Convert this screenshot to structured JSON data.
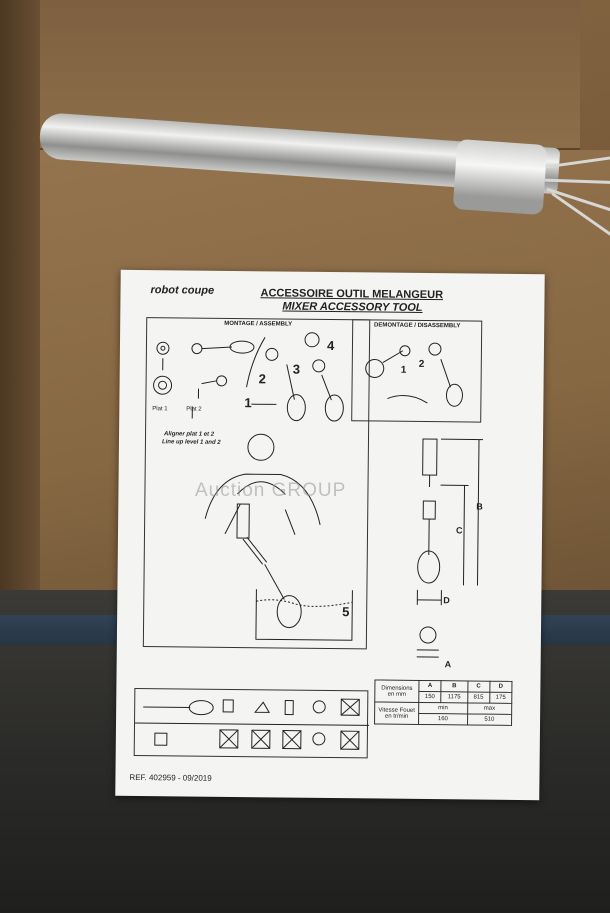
{
  "manual": {
    "logo": "robot coupe",
    "title_fr": "ACCESSOIRE OUTIL MELANGEUR",
    "title_en": "MIXER ACCESSORY TOOL",
    "assembly_label": "MONTAGE / ASSEMBLY",
    "disassembly_label": "DEMONTAGE / DISASSEMBLY",
    "plat1": "Plat 1",
    "plat2": "Plat 2",
    "align_fr": "Aligner plat 1 et 2",
    "align_en": "Line up level 1 and 2",
    "steps": [
      "1",
      "2",
      "3",
      "4",
      "5"
    ],
    "disassembly_steps": [
      "1",
      "2"
    ],
    "dimension_letters": [
      "A",
      "B",
      "C",
      "D"
    ],
    "table": {
      "dimensions_label": "Dimensions en mm",
      "headers": [
        "A",
        "B",
        "C",
        "D"
      ],
      "dimension_values": [
        "150",
        "1175",
        "815",
        "175"
      ],
      "speed_label": "Vitesse Fouet en tr/min",
      "min_label": "min",
      "max_label": "max",
      "min_value": "160",
      "max_value": "510"
    },
    "ref": "REF.  402959 - 09/2019"
  },
  "watermark": "Auction GROUP"
}
